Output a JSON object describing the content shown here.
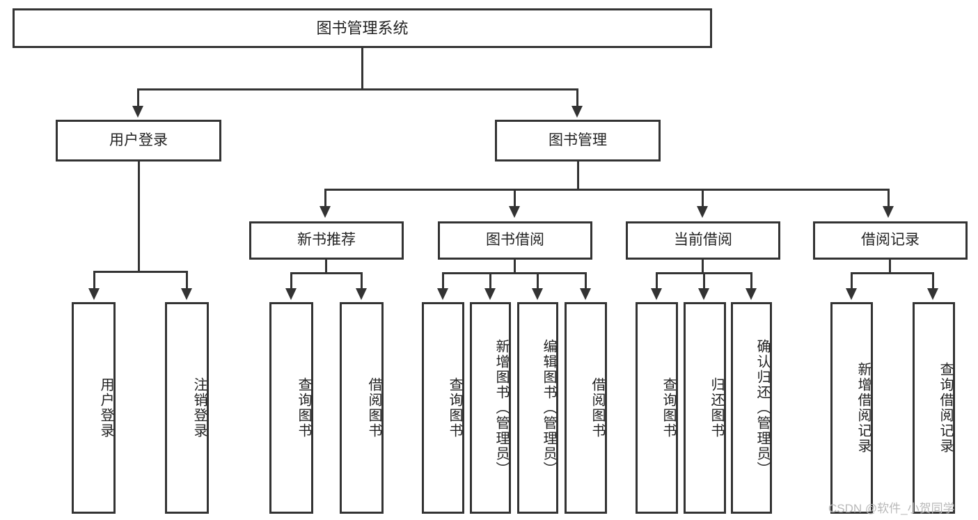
{
  "diagram": {
    "type": "hierarchy-tree",
    "root": {
      "id": "root",
      "label": "图书管理系统"
    },
    "level2": [
      {
        "id": "user-login",
        "label": "用户登录"
      },
      {
        "id": "book-manage",
        "label": "图书管理"
      }
    ],
    "level3": [
      {
        "id": "new-book-recommend",
        "label": "新书推荐",
        "parent": "book-manage"
      },
      {
        "id": "book-borrow",
        "label": "图书借阅",
        "parent": "book-manage"
      },
      {
        "id": "current-borrow",
        "label": "当前借阅",
        "parent": "book-manage"
      },
      {
        "id": "borrow-record",
        "label": "借阅记录",
        "parent": "book-manage"
      }
    ],
    "leaves": [
      {
        "id": "leaf-user-login",
        "label": "用户登录",
        "parent": "user-login"
      },
      {
        "id": "leaf-user-logout",
        "label": "注销登录",
        "parent": "user-login"
      },
      {
        "id": "leaf-query-book-1",
        "label": "查询图书",
        "parent": "new-book-recommend"
      },
      {
        "id": "leaf-borrow-book-1",
        "label": "借阅图书",
        "parent": "new-book-recommend"
      },
      {
        "id": "leaf-query-book-2",
        "label": "查询图书",
        "parent": "book-borrow"
      },
      {
        "id": "leaf-add-book",
        "label": "新增图书（管理员）",
        "parent": "book-borrow"
      },
      {
        "id": "leaf-edit-book",
        "label": "编辑图书（管理员）",
        "parent": "book-borrow"
      },
      {
        "id": "leaf-borrow-book-2",
        "label": "借阅图书",
        "parent": "book-borrow"
      },
      {
        "id": "leaf-query-book-3",
        "label": "查询图书",
        "parent": "current-borrow"
      },
      {
        "id": "leaf-return-book",
        "label": "归还图书",
        "parent": "current-borrow"
      },
      {
        "id": "leaf-confirm-return",
        "label": "确认归还（管理员）",
        "parent": "current-borrow"
      },
      {
        "id": "leaf-add-record",
        "label": "新增借阅记录",
        "parent": "borrow-record"
      },
      {
        "id": "leaf-query-record",
        "label": "查询借阅记录",
        "parent": "borrow-record"
      }
    ]
  },
  "watermark": {
    "text": "CSDN @软件_小贺同学"
  },
  "colors": {
    "stroke": "#333333",
    "background": "#ffffff",
    "text": "#222222",
    "watermark": "#b9b9b9"
  }
}
